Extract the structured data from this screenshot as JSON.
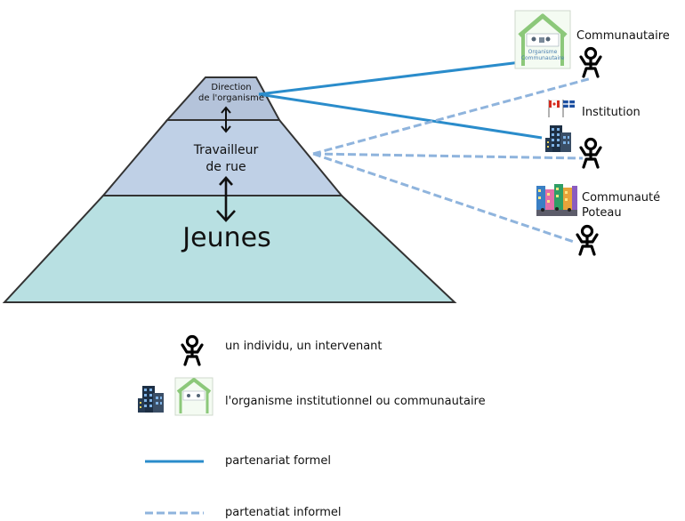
{
  "pyramid": {
    "top_label_line1": "Direction",
    "top_label_line2": "de l'organisme",
    "middle_label_line1": "Travailleur",
    "middle_label_line2": "de rue",
    "bottom_label": "Jeunes"
  },
  "partners": {
    "communautaire": "Communautaire",
    "institution": "Institution",
    "communaute_line1": "Communauté",
    "communaute_line2": "Poteau"
  },
  "org_icon_text_line1": "Organisme",
  "org_icon_text_line2": "Communautaire",
  "legend": {
    "individual": "un individu, un intervenant",
    "organization": "l'organisme institutionnel ou communautaire",
    "formal": "partenariat formel",
    "informal": "partenatiat informel"
  },
  "colors": {
    "pyramid_top": "#b4c3da",
    "pyramid_middle": "#bfd0e6",
    "pyramid_bottom": "#b8e0e2",
    "formal_line": "#2a8ccb",
    "informal_line": "#8fb4dd",
    "outline": "#333333"
  }
}
